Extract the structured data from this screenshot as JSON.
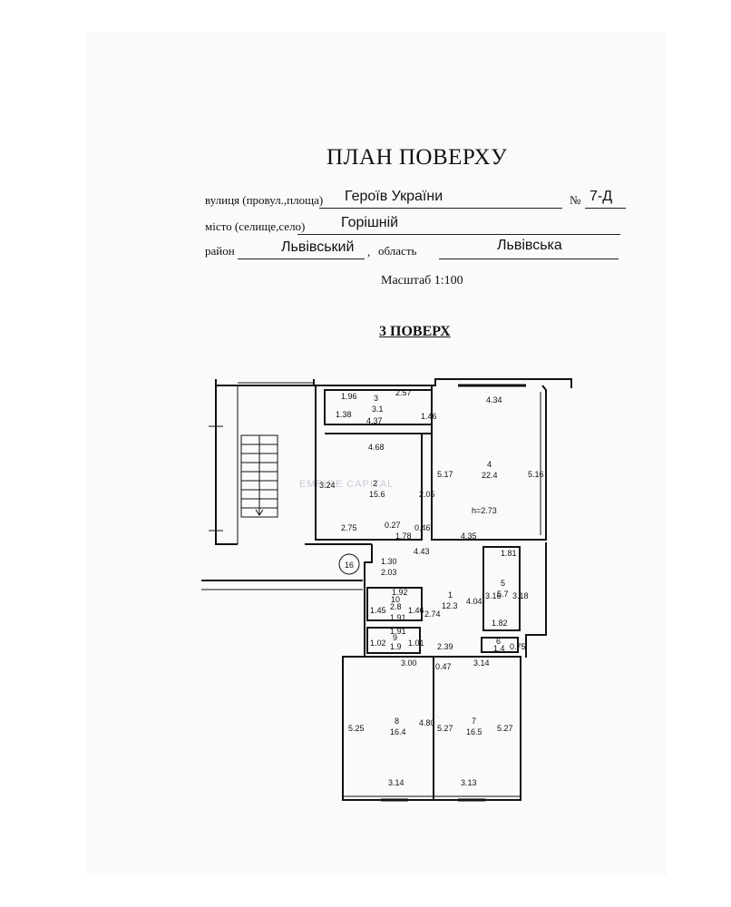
{
  "header": {
    "title": "ПЛАН ПОВЕРХУ",
    "street_label": "вулиця (провул.,площа)",
    "street_value": "Героїв України",
    "number_label": "№",
    "number_value": "7-Д",
    "city_label": "місто (селище,село)",
    "city_value": "Горішній",
    "district_label": "район",
    "district_value": "Львівський",
    "region_sep": ",",
    "region_label": "область",
    "region_value": "Львівська",
    "scale": "Масштаб 1:100"
  },
  "plan": {
    "floor_label": "3 ПОВЕРХ",
    "watermark": "EMPIRE CAPITAL",
    "stair_number": "16",
    "rooms": [
      {
        "num": "1",
        "area": "12.3"
      },
      {
        "num": "2",
        "area": "15.6"
      },
      {
        "num": "3",
        "area": "3.1"
      },
      {
        "num": "4",
        "area": "22.4"
      },
      {
        "num": "5",
        "area": "5.7"
      },
      {
        "num": "6",
        "area": "1.4"
      },
      {
        "num": "7",
        "area": "16.5"
      },
      {
        "num": "8",
        "area": "16.4"
      },
      {
        "num": "9",
        "area": "1.9"
      },
      {
        "num": "10",
        "area": "2.8"
      }
    ],
    "height": "h=2.73",
    "dims": [
      "1.96",
      "2.57",
      "4.34",
      "1.38",
      "1.46",
      "4.37",
      "4.68",
      "5.17",
      "5.16",
      "3.24",
      "2.05",
      "2.75",
      "0.27",
      "0.46",
      "1.78",
      "4.35",
      "4.43",
      "1.81",
      "1.30",
      "2.03",
      "1.92",
      "1.45",
      "1.46",
      "1.91",
      "2.74",
      "4.04",
      "3.16",
      "3.18",
      "1.82",
      "1.91",
      "1.02",
      "1.01",
      "2.39",
      "0.75",
      "3.00",
      "0.47",
      "3.14",
      "5.25",
      "4.80",
      "5.27",
      "5.27",
      "3.14",
      "3.13"
    ]
  }
}
